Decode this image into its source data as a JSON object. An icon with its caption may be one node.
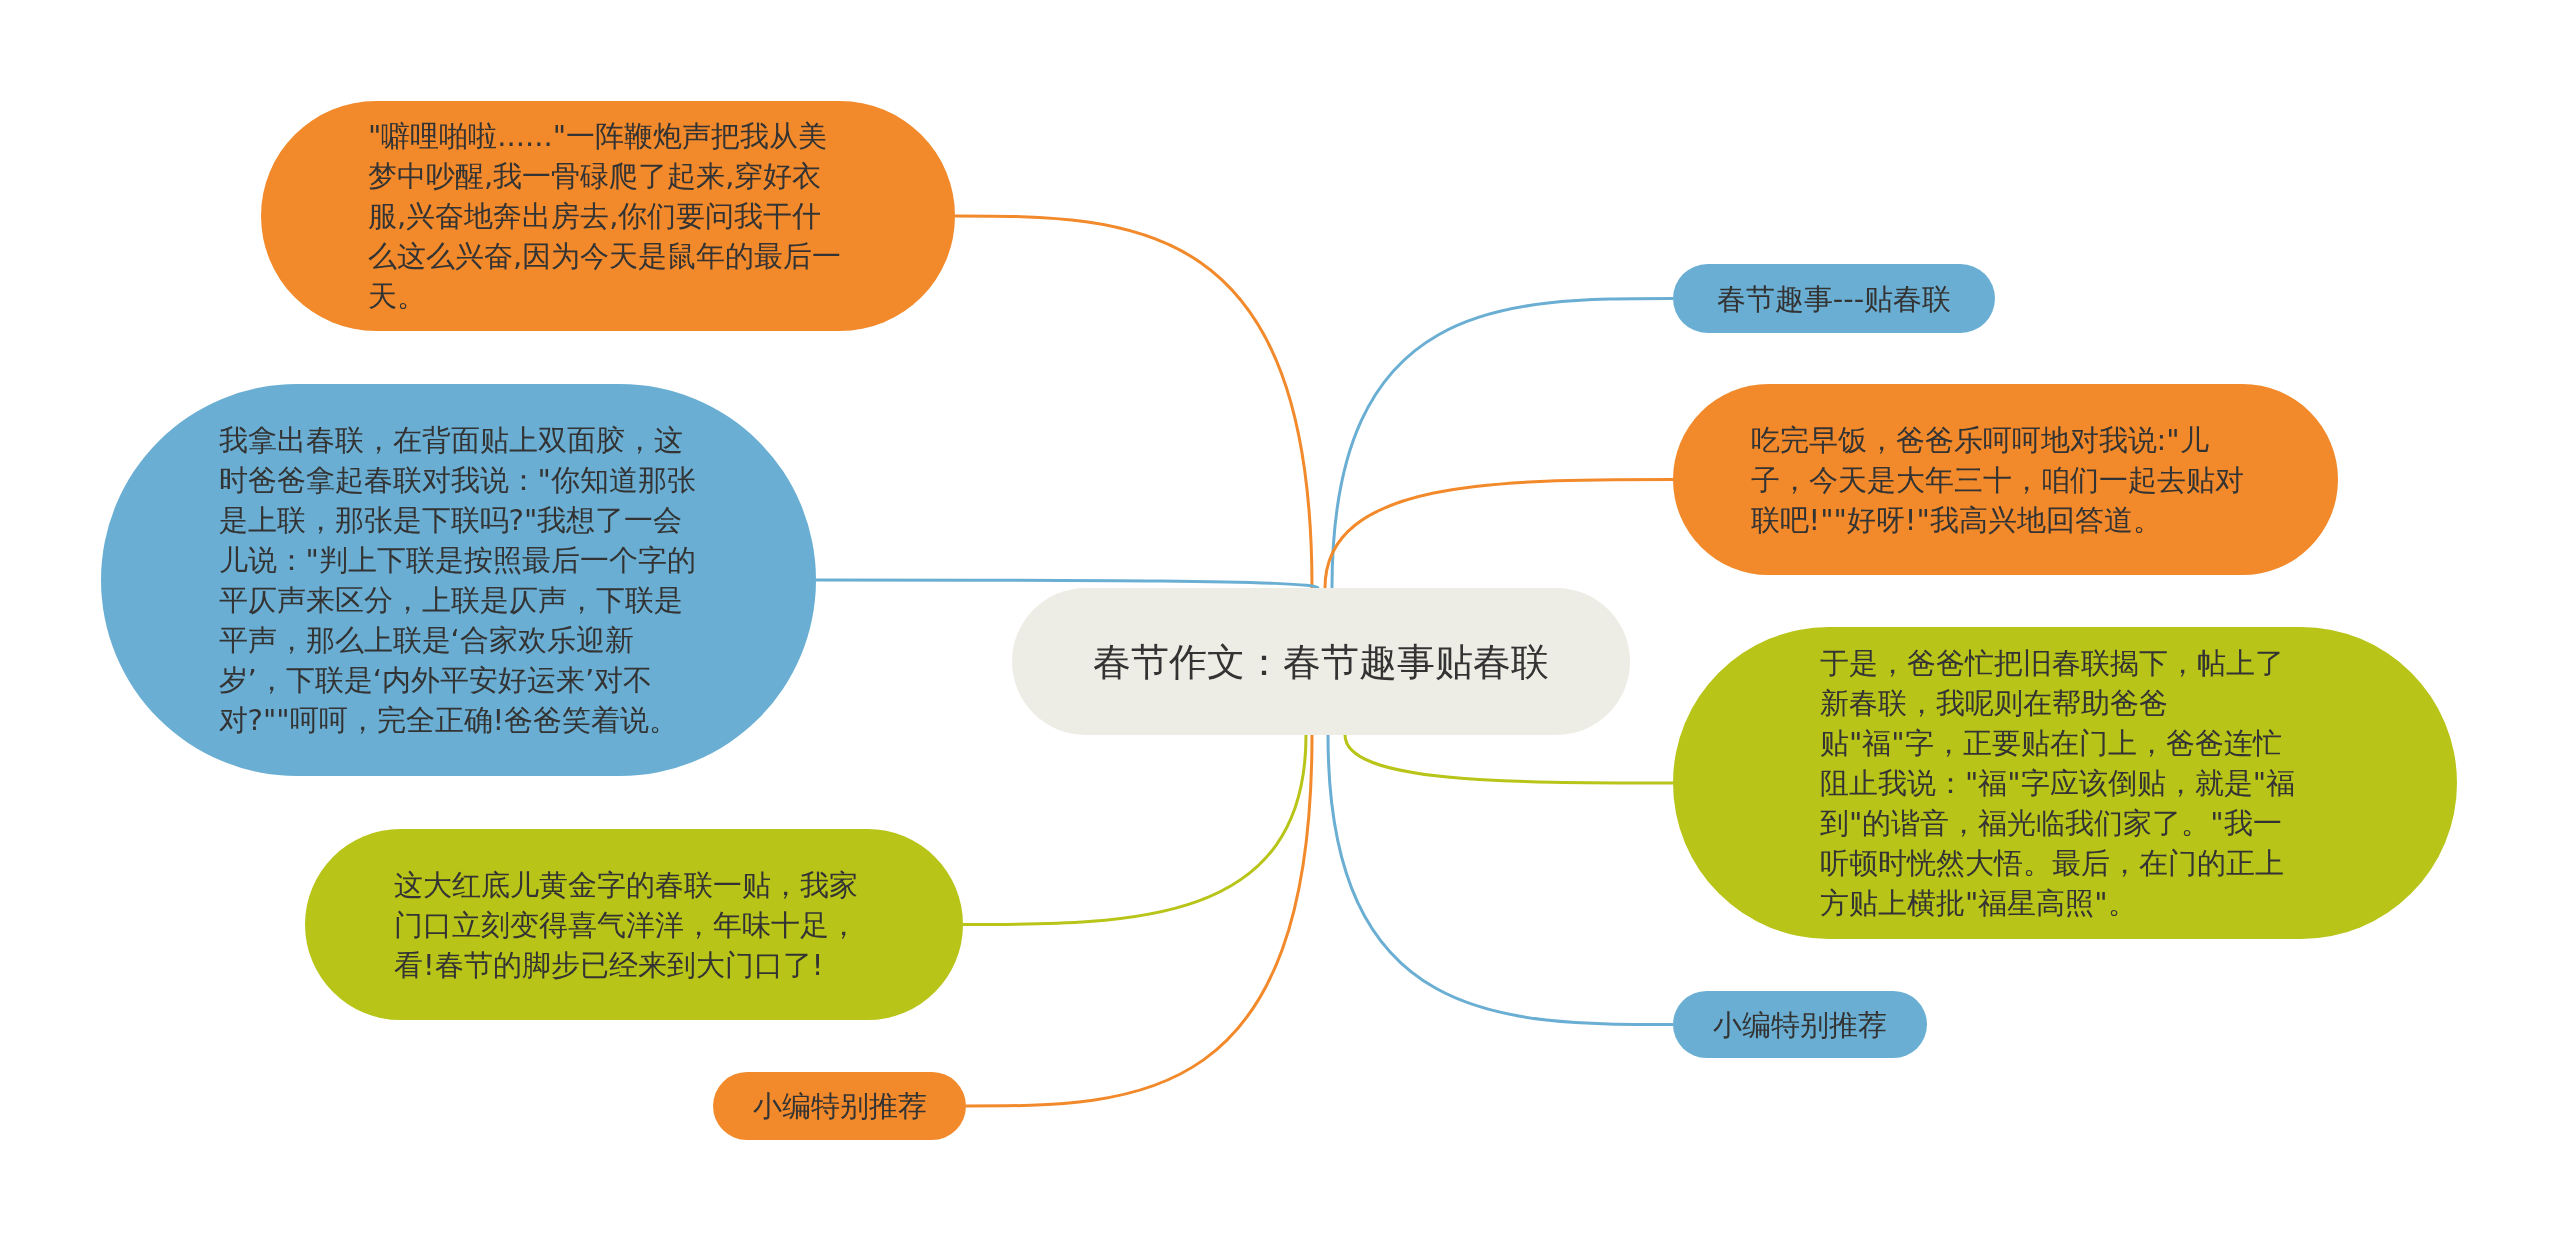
{
  "diagram": {
    "nodes": [
      {
        "text": [
          "春节作文：春节趣事贴春联"
        ]
      },
      {
        "text": [
          "春节趣事---贴春联"
        ]
      },
      {
        "text": [
          "吃完早饭，爸爸乐呵呵地对我说:\"儿子，今天是大年三十，咱们一起去贴对联吧!\"\"好呀!\"我高兴地回答道。"
        ]
      },
      {
        "text": [
          "于是，爸爸忙把旧春联揭下，帖上了新春联，我呢则在帮助爸爸贴\"福\"字，正要贴在门上，爸爸连忙阻止我说：\"福\"字应该倒贴，就是\"福到\"的谐音，福光临我们家了。\"我一听顿时恍然大悟。最后，在门的正上方贴上横批\"福星高照\"。"
        ]
      },
      {
        "text": [
          "小编特别推荐"
        ]
      },
      {
        "text": [
          "\"噼哩啪啦......\"一阵鞭炮声把我从美梦中吵醒,我一骨碌爬了起来,穿好衣服,兴奋地奔出房去,你们要问我干什么这么兴奋,因为今天是鼠年的最后一天。"
        ]
      },
      {
        "text": [
          "我拿出春联，在背面贴上双面胶，这时爸爸拿起春联对我说：\"你知道那张是上联，那张是下联吗?\"我想了一会儿说：\"判上下联是按照最后一个字的平仄声来区分，上联是仄声，下联是平声，那么上联是‘合家欢乐迎新岁’，下联是‘内外平安好运来’对不对?\"\"呵呵，完全正确!爸爸笑着说。"
        ]
      },
      {
        "text": [
          "这大红底儿黄金字的春联一贴，我家门口立刻变得喜气洋洋，年味十足，看!春节的脚步已经来到大门口了!"
        ]
      },
      {
        "text": [
          "小编特别推荐"
        ]
      }
    ],
    "edges": [
      {
        "from": 0,
        "to": 1,
        "arrow": "none",
        "color": "#6aafd3"
      },
      {
        "from": 0,
        "to": 2,
        "arrow": "none",
        "color": "#f28a2b"
      },
      {
        "from": 0,
        "to": 3,
        "arrow": "none",
        "color": "#b8c418"
      },
      {
        "from": 0,
        "to": 4,
        "arrow": "none",
        "color": "#6aafd3"
      },
      {
        "from": 0,
        "to": 5,
        "arrow": "none",
        "color": "#f28a2b"
      },
      {
        "from": 0,
        "to": 6,
        "arrow": "none",
        "color": "#6aafd3"
      },
      {
        "from": 0,
        "to": 7,
        "arrow": "none",
        "color": "#b8c418"
      },
      {
        "from": 0,
        "to": 8,
        "arrow": "none",
        "color": "#f28a2b"
      }
    ]
  }
}
